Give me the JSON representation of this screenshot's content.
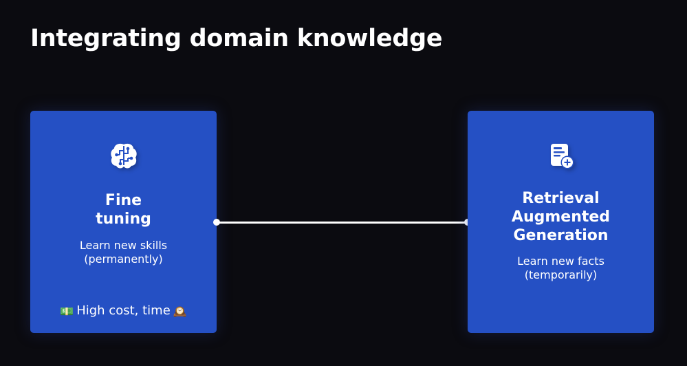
{
  "slide": {
    "title": "Integrating domain knowledge"
  },
  "left_card": {
    "icon": "brain-circuit-icon",
    "title_lines": [
      "Fine",
      "tuning"
    ],
    "subtitle_lines": [
      "Learn new skills",
      "(permanently)"
    ],
    "footer": {
      "icon_left": "money-icon",
      "text": "High cost, time",
      "icon_right": "clock-icon"
    }
  },
  "right_card": {
    "icon": "document-add-icon",
    "title_lines": [
      "Retrieval",
      "Augmented",
      "Generation"
    ],
    "subtitle_lines": [
      "Learn new facts",
      "(temporarily)"
    ]
  },
  "colors": {
    "background": "#0b0b10",
    "card": "#2550c4",
    "text": "#ffffff"
  }
}
